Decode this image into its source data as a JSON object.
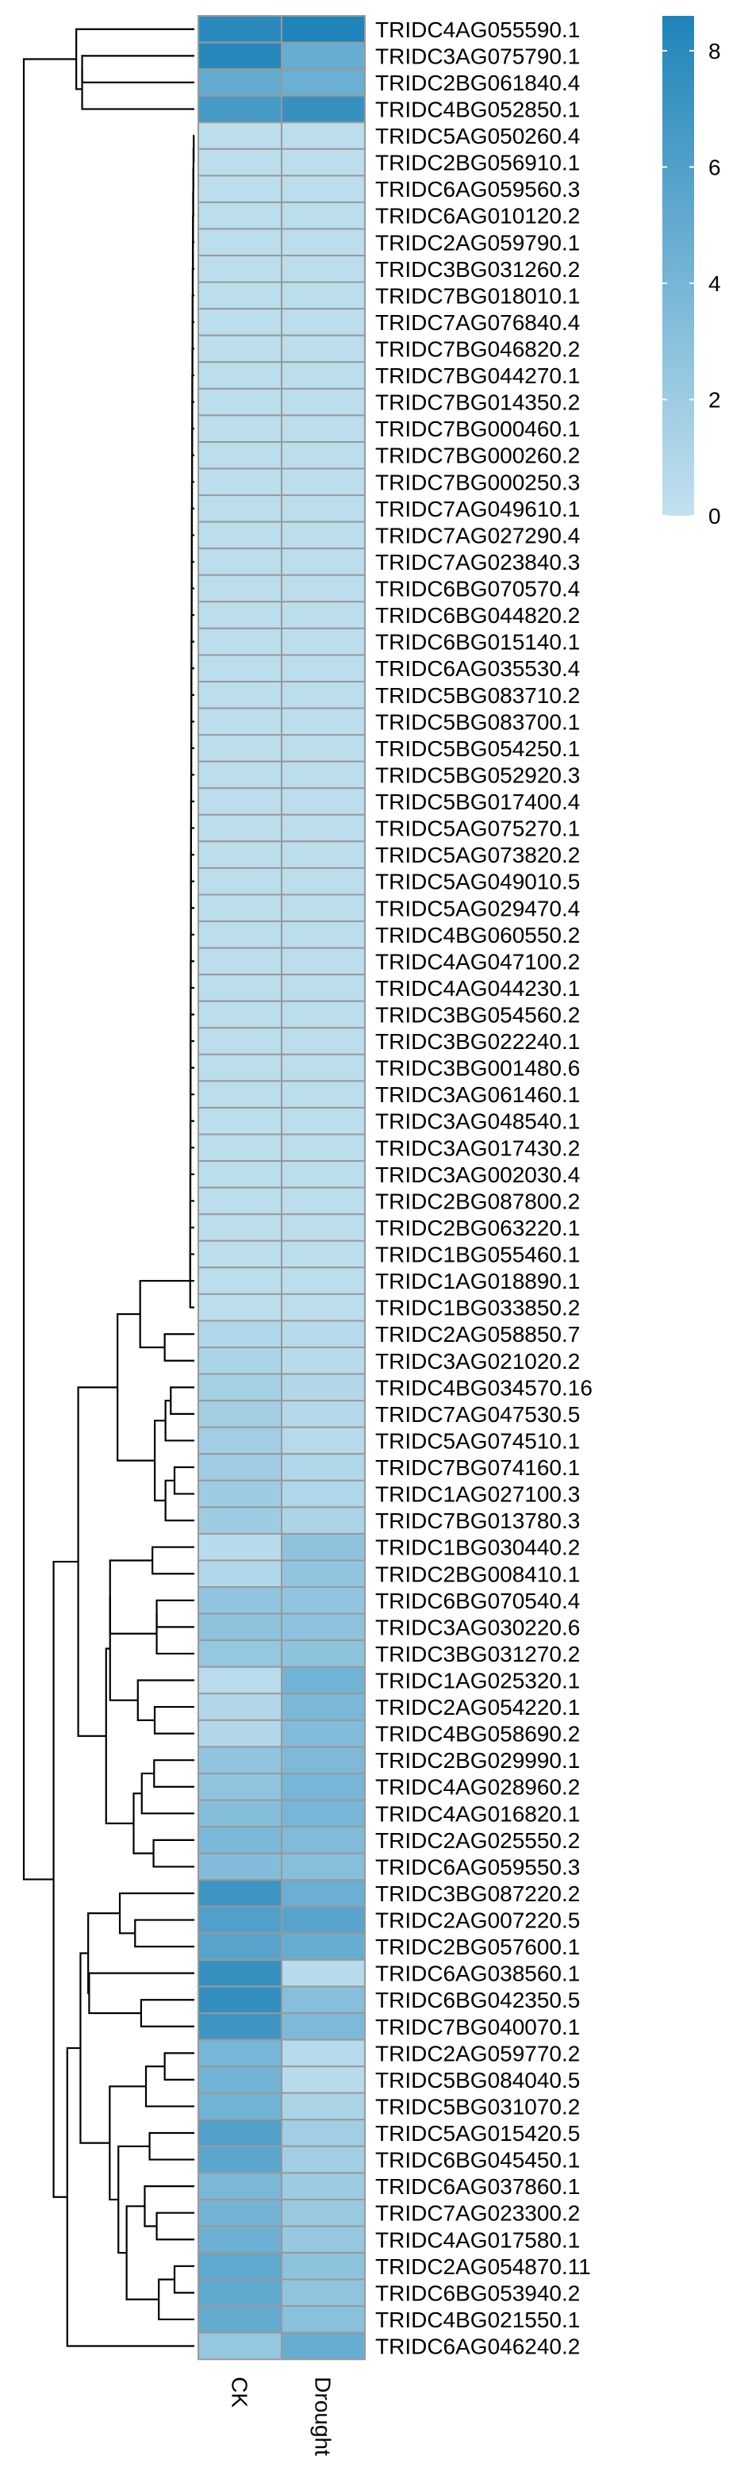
{
  "chart_data": {
    "type": "heatmap",
    "title": "",
    "columns": [
      "CK",
      "Drought"
    ],
    "rows": [
      "TRIDC4AG055590.1",
      "TRIDC3AG075790.1",
      "TRIDC2BG061840.4",
      "TRIDC4BG052850.1",
      "TRIDC5AG050260.4",
      "TRIDC2BG056910.1",
      "TRIDC6AG059560.3",
      "TRIDC6AG010120.2",
      "TRIDC2AG059790.1",
      "TRIDC3BG031260.2",
      "TRIDC7BG018010.1",
      "TRIDC7AG076840.4",
      "TRIDC7BG046820.2",
      "TRIDC7BG044270.1",
      "TRIDC7BG014350.2",
      "TRIDC7BG000460.1",
      "TRIDC7BG000260.2",
      "TRIDC7BG000250.3",
      "TRIDC7AG049610.1",
      "TRIDC7AG027290.4",
      "TRIDC7AG023840.3",
      "TRIDC6BG070570.4",
      "TRIDC6BG044820.2",
      "TRIDC6BG015140.1",
      "TRIDC6AG035530.4",
      "TRIDC5BG083710.2",
      "TRIDC5BG083700.1",
      "TRIDC5BG054250.1",
      "TRIDC5BG052920.3",
      "TRIDC5BG017400.4",
      "TRIDC5AG075270.1",
      "TRIDC5AG073820.2",
      "TRIDC5AG049010.5",
      "TRIDC5AG029470.4",
      "TRIDC4BG060550.2",
      "TRIDC4AG047100.2",
      "TRIDC4AG044230.1",
      "TRIDC3BG054560.2",
      "TRIDC3BG022240.1",
      "TRIDC3BG001480.6",
      "TRIDC3AG061460.1",
      "TRIDC3AG048540.1",
      "TRIDC3AG017430.2",
      "TRIDC3AG002030.4",
      "TRIDC2BG087800.2",
      "TRIDC2BG063220.1",
      "TRIDC1BG055460.1",
      "TRIDC1AG018890.1",
      "TRIDC1BG033850.2",
      "TRIDC2AG058850.7",
      "TRIDC3AG021020.2",
      "TRIDC4BG034570.16",
      "TRIDC7AG047530.5",
      "TRIDC5AG074510.1",
      "TRIDC7BG074160.1",
      "TRIDC1AG027100.3",
      "TRIDC7BG013780.3",
      "TRIDC1BG030440.2",
      "TRIDC2BG008410.1",
      "TRIDC6BG070540.4",
      "TRIDC3AG030220.6",
      "TRIDC3BG031270.2",
      "TRIDC1AG025320.1",
      "TRIDC2AG054220.1",
      "TRIDC4BG058690.2",
      "TRIDC2BG029990.1",
      "TRIDC4AG028960.2",
      "TRIDC4AG016820.1",
      "TRIDC2AG025550.2",
      "TRIDC6AG059550.3",
      "TRIDC3BG087220.2",
      "TRIDC2AG007220.5",
      "TRIDC2BG057600.1",
      "TRIDC6AG038560.1",
      "TRIDC6BG042350.5",
      "TRIDC7BG040070.1",
      "TRIDC2AG059770.2",
      "TRIDC5BG084040.5",
      "TRIDC5BG031070.2",
      "TRIDC5AG015420.5",
      "TRIDC6BG045450.1",
      "TRIDC6AG037860.1",
      "TRIDC7AG023300.2",
      "TRIDC4AG017580.1",
      "TRIDC2AG054870.11",
      "TRIDC6BG053940.2",
      "TRIDC4BG021550.1",
      "TRIDC6AG046240.2"
    ],
    "values": [
      [
        8.0,
        8.6
      ],
      [
        8.2,
        4.8
      ],
      [
        5.0,
        4.6
      ],
      [
        6.6,
        7.4
      ],
      [
        0.4,
        0.4
      ],
      [
        0.4,
        0.4
      ],
      [
        0.4,
        0.4
      ],
      [
        0.4,
        0.4
      ],
      [
        0.4,
        0.4
      ],
      [
        0.4,
        0.4
      ],
      [
        0.4,
        0.4
      ],
      [
        0.4,
        0.4
      ],
      [
        0.4,
        0.4
      ],
      [
        0.4,
        0.4
      ],
      [
        0.4,
        0.4
      ],
      [
        0.4,
        0.4
      ],
      [
        0.4,
        0.4
      ],
      [
        0.4,
        0.4
      ],
      [
        0.4,
        0.4
      ],
      [
        0.4,
        0.4
      ],
      [
        0.4,
        0.4
      ],
      [
        0.4,
        0.4
      ],
      [
        0.4,
        0.4
      ],
      [
        0.4,
        0.4
      ],
      [
        0.4,
        0.4
      ],
      [
        0.4,
        0.4
      ],
      [
        0.4,
        0.4
      ],
      [
        0.4,
        0.4
      ],
      [
        0.4,
        0.4
      ],
      [
        0.4,
        0.4
      ],
      [
        0.4,
        0.4
      ],
      [
        0.4,
        0.4
      ],
      [
        0.4,
        0.4
      ],
      [
        0.4,
        0.4
      ],
      [
        0.4,
        0.4
      ],
      [
        0.4,
        0.4
      ],
      [
        0.4,
        0.4
      ],
      [
        0.4,
        0.4
      ],
      [
        0.4,
        0.4
      ],
      [
        0.4,
        0.4
      ],
      [
        0.4,
        0.4
      ],
      [
        0.4,
        0.4
      ],
      [
        0.4,
        0.4
      ],
      [
        0.4,
        0.4
      ],
      [
        0.4,
        0.4
      ],
      [
        0.4,
        0.4
      ],
      [
        0.4,
        0.4
      ],
      [
        0.4,
        0.4
      ],
      [
        0.4,
        0.4
      ],
      [
        1.0,
        0.7
      ],
      [
        1.2,
        0.6
      ],
      [
        1.6,
        0.9
      ],
      [
        1.7,
        0.8
      ],
      [
        1.8,
        0.7
      ],
      [
        1.9,
        1.0
      ],
      [
        2.0,
        1.0
      ],
      [
        2.0,
        1.2
      ],
      [
        0.6,
        2.8
      ],
      [
        1.0,
        2.6
      ],
      [
        2.6,
        2.6
      ],
      [
        2.8,
        2.9
      ],
      [
        2.4,
        2.8
      ],
      [
        0.5,
        4.3
      ],
      [
        0.9,
        3.8
      ],
      [
        0.9,
        3.4
      ],
      [
        2.6,
        3.6
      ],
      [
        2.7,
        4.0
      ],
      [
        3.3,
        4.0
      ],
      [
        3.7,
        3.5
      ],
      [
        3.4,
        3.2
      ],
      [
        7.0,
        4.6
      ],
      [
        6.0,
        5.6
      ],
      [
        5.6,
        4.8
      ],
      [
        7.4,
        0.6
      ],
      [
        7.6,
        3.2
      ],
      [
        7.0,
        3.6
      ],
      [
        4.0,
        0.7
      ],
      [
        4.2,
        0.6
      ],
      [
        4.3,
        1.2
      ],
      [
        6.0,
        1.8
      ],
      [
        5.5,
        1.7
      ],
      [
        3.8,
        2.0
      ],
      [
        4.2,
        2.2
      ],
      [
        4.5,
        2.4
      ],
      [
        5.2,
        2.8
      ],
      [
        5.2,
        2.7
      ],
      [
        5.0,
        3.0
      ],
      [
        2.4,
        4.8
      ]
    ],
    "legend": {
      "title": "",
      "ticks": [
        0,
        2,
        4,
        6,
        8
      ],
      "min": 0,
      "max": 8.6,
      "low_color": "#c3e1ef",
      "high_color": "#1f84b9"
    },
    "cell_border_color": "#999999",
    "dendrogram": "rows clustered (left side)"
  }
}
